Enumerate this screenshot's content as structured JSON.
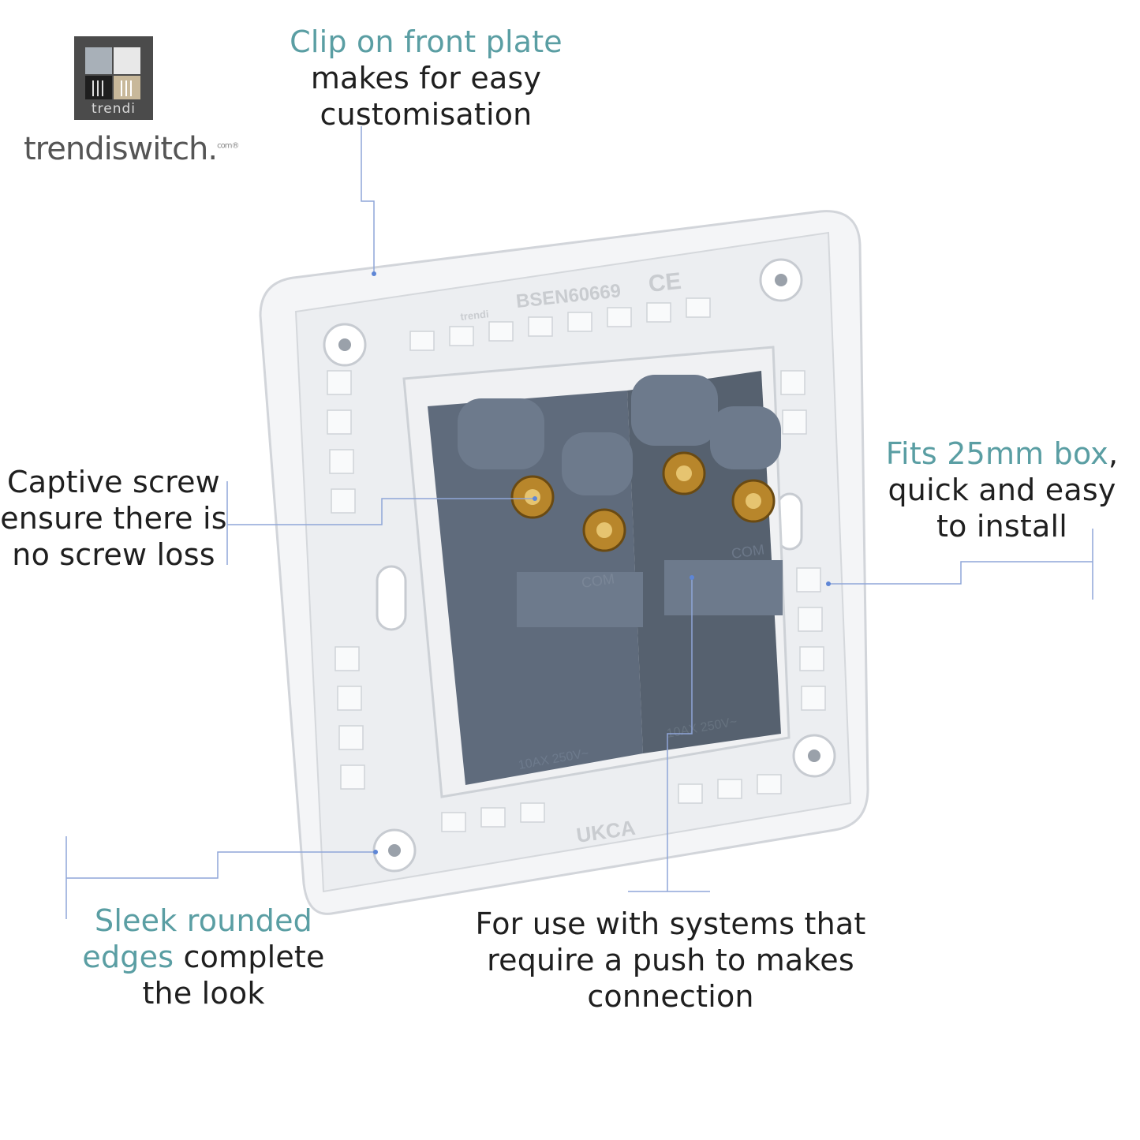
{
  "brand": {
    "logo_text": "trendi",
    "name": "trendiswitch",
    "name_suffix": ".",
    "domain_mark": "com®"
  },
  "callouts": {
    "clip_on": {
      "accent": "Clip on front plate",
      "line2": "makes for easy",
      "line3": "customisation"
    },
    "captive": {
      "line1": "Captive screw",
      "line2": "ensure there is",
      "line3": "no screw loss"
    },
    "fits": {
      "accent": "Fits 25mm box",
      "tail": ",",
      "line2": "quick and easy",
      "line3": "to install"
    },
    "sleek": {
      "accent1": "Sleek rounded",
      "accent2": "edges",
      "rest2": " complete",
      "line3": "the look"
    },
    "push": {
      "line1": "For use with systems that",
      "line2": "require a push to makes",
      "line3": "connection"
    }
  },
  "product_markings": {
    "standard": "BSEN60669",
    "ce_mark": "CE",
    "certification": "UKCA",
    "maker_mark": "trendi",
    "terminal_label": "COM",
    "rating": "10AX 250V~"
  },
  "colors": {
    "accent_text": "#5a9ea3",
    "body_text": "#1f1f1f",
    "leader_line": "#8fa6d8",
    "plate": "#f4f5f7",
    "mechanism": "#5f6b7c",
    "brass": "#b8862b"
  }
}
